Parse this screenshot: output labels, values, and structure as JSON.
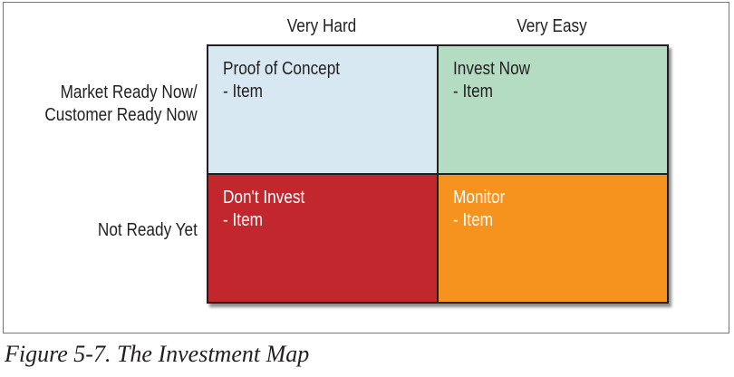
{
  "columns": {
    "left": "Very Hard",
    "right": "Very Easy"
  },
  "rows": {
    "top": [
      "Market Ready Now/",
      "Customer Ready Now"
    ],
    "bottom": "Not Ready Yet"
  },
  "quadrants": {
    "top_left": {
      "label": "Proof of Concept",
      "item": "- Item",
      "color": "#d8e8f3"
    },
    "top_right": {
      "label": "Invest Now",
      "item": "- Item",
      "color": "#b3dcc3"
    },
    "bottom_left": {
      "label": "Don't Invest",
      "item": "- Item",
      "color": "#c2272d"
    },
    "bottom_right": {
      "label": "Monitor",
      "item": "- Item",
      "color": "#f6921e"
    }
  },
  "caption": "Figure 5-7. The Investment Map"
}
